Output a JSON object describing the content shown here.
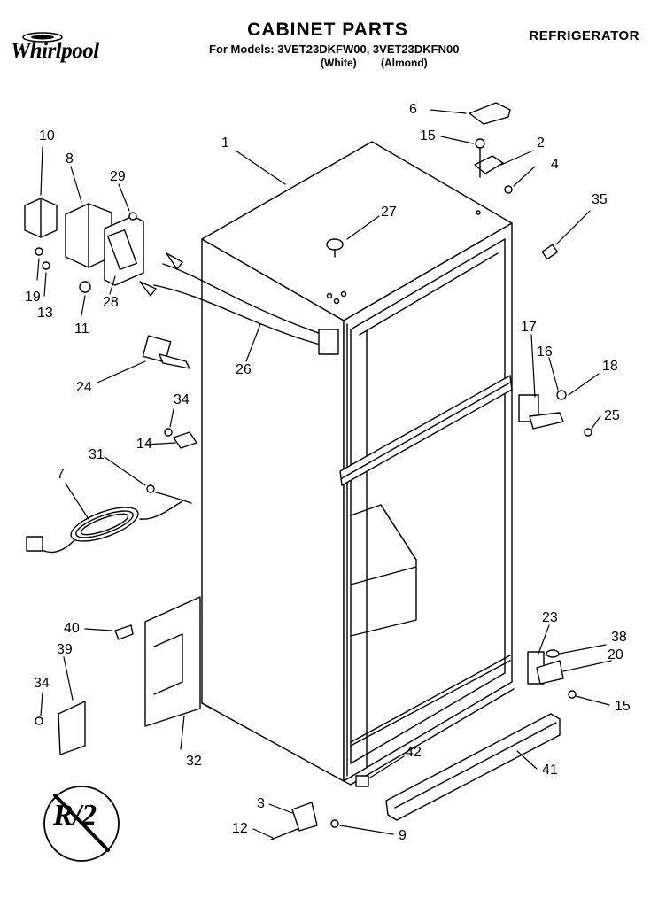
{
  "header": {
    "title": "CABINET PARTS",
    "models_line": "For Models: 3VET23DKFW00, 3VET23DKFN00",
    "color_white": "(White)",
    "color_almond": "(Almond)",
    "category": "REFRIGERATOR",
    "brand": "Whirlpool"
  },
  "stamp": {
    "text": "R/2"
  },
  "part_numbers": [
    "1",
    "2",
    "3",
    "4",
    "6",
    "7",
    "8",
    "9",
    "10",
    "11",
    "12",
    "13",
    "14",
    "15",
    "15",
    "16",
    "17",
    "18",
    "19",
    "20",
    "23",
    "24",
    "25",
    "26",
    "27",
    "28",
    "29",
    "31",
    "32",
    "34",
    "34",
    "35",
    "38",
    "39",
    "40",
    "41",
    "42"
  ],
  "colors": {
    "ink": "#000000",
    "paper": "#ffffff"
  }
}
